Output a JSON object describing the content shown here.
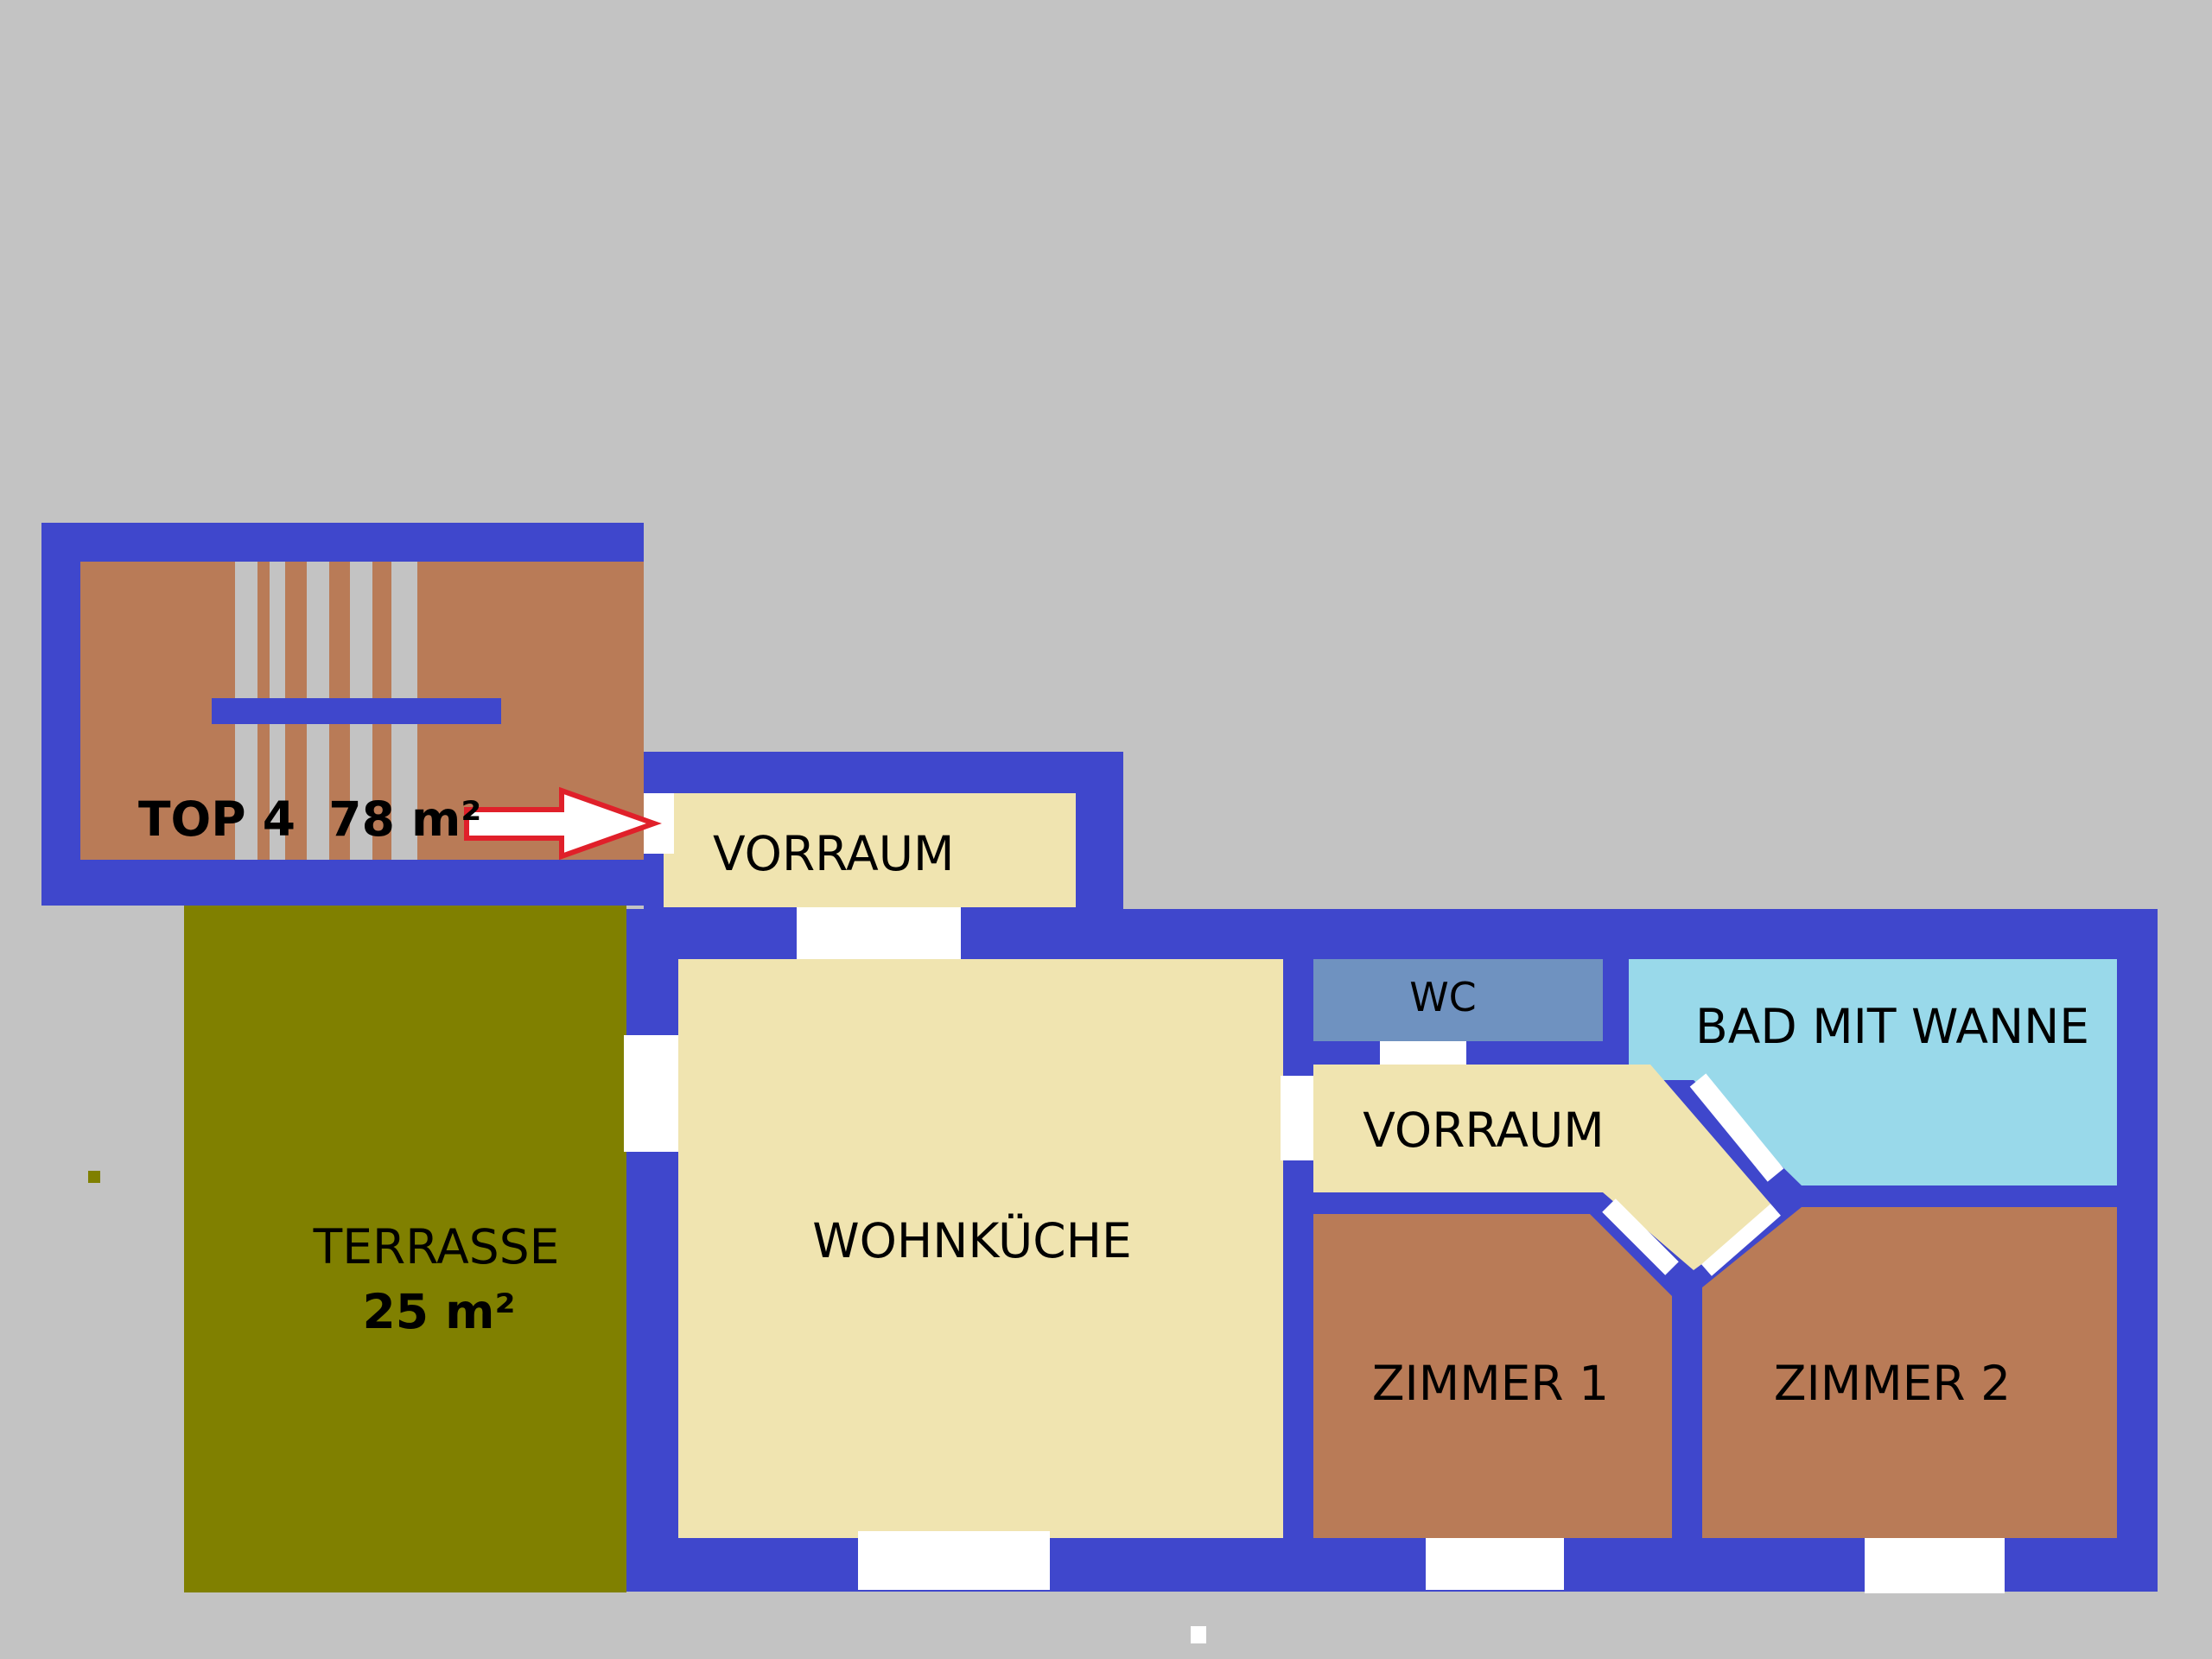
{
  "colors": {
    "background": "#c3c3c3",
    "wall": "#3f47cc",
    "hall": "#f0e4b0",
    "bedroom": "#b97b57",
    "terrace": "#808000",
    "wc": "#6f92c0",
    "bath": "#99d9ea",
    "opening": "#ffffff",
    "arrow": "#e0202a"
  },
  "labels": {
    "unit": "TOP 4  78 m²",
    "entrance_hall": "VORRAUM",
    "terrace_name": "TERRASSE",
    "terrace_area": "25 m²",
    "living_kitchen": "WOHNKÜCHE",
    "wc": "WC",
    "bath": "BAD MIT WANNE",
    "inner_hall": "VORRAUM",
    "room1": "ZIMMER 1",
    "room2": "ZIMMER 2"
  },
  "icons": {
    "entrance_arrow": "arrow-right-icon"
  }
}
